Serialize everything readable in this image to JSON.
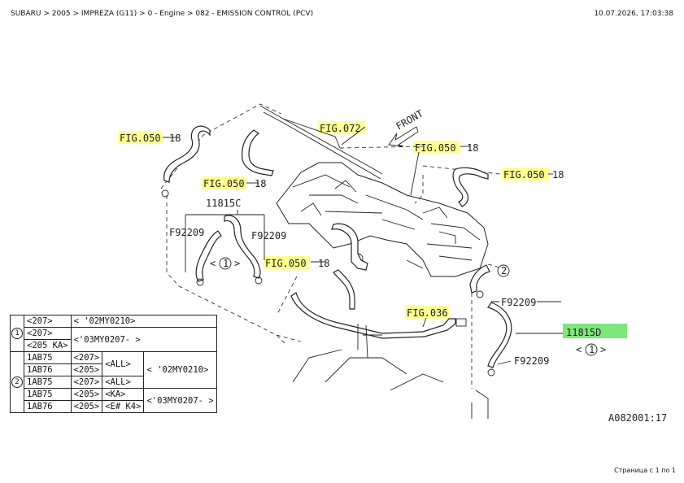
{
  "header": {
    "breadcrumb": "SUBARU > 2005 > IMPREZA (G11) > 0 - Engine > 082 - EMISSION CONTROL (PCV)",
    "timestamp": "10.07.2026, 17:03:38"
  },
  "footer": {
    "page_info": "Страница с 1 по 1"
  },
  "diagram": {
    "front_label": "FRONT",
    "fig_links": [
      "FIG.050",
      "FIG.072",
      "FIG.050",
      "FIG.050",
      "FIG.050",
      "FIG.050",
      "FIG.036"
    ],
    "part_labels": [
      "18",
      "18",
      "18",
      "18",
      "18",
      "11815C",
      "F92209",
      "F92209",
      "F92209",
      "F92209",
      "11815D"
    ],
    "circle_refs": [
      "1",
      "1"
    ],
    "diagram_code": "A082001:17"
  },
  "legend": {
    "group1": {
      "ref": "1",
      "rows": [
        {
          "code": "<207>",
          "range": "<      '02MY0210>"
        },
        {
          "code": "<207>",
          "range": "<'03MY0207-        >"
        },
        {
          "code": "<205 KA>",
          "range": ""
        }
      ]
    },
    "group2": {
      "ref": "2",
      "rows": [
        {
          "part": "1AB75",
          "code": "<207>",
          "market": "<ALL>",
          "range": "<      '02MY0210>"
        },
        {
          "part": "1AB76",
          "code": "<205>",
          "market": "<ALL>",
          "range": ""
        },
        {
          "part": "1AB75",
          "code": "<207>",
          "market": "<ALL>",
          "range": ""
        },
        {
          "part": "1AB75",
          "code": "<205>",
          "market": "<KA>",
          "range": "<'03MY0207-      >"
        },
        {
          "part": "1AB76",
          "code": "<205>",
          "market": "<E# K4>",
          "range": ""
        }
      ]
    }
  }
}
